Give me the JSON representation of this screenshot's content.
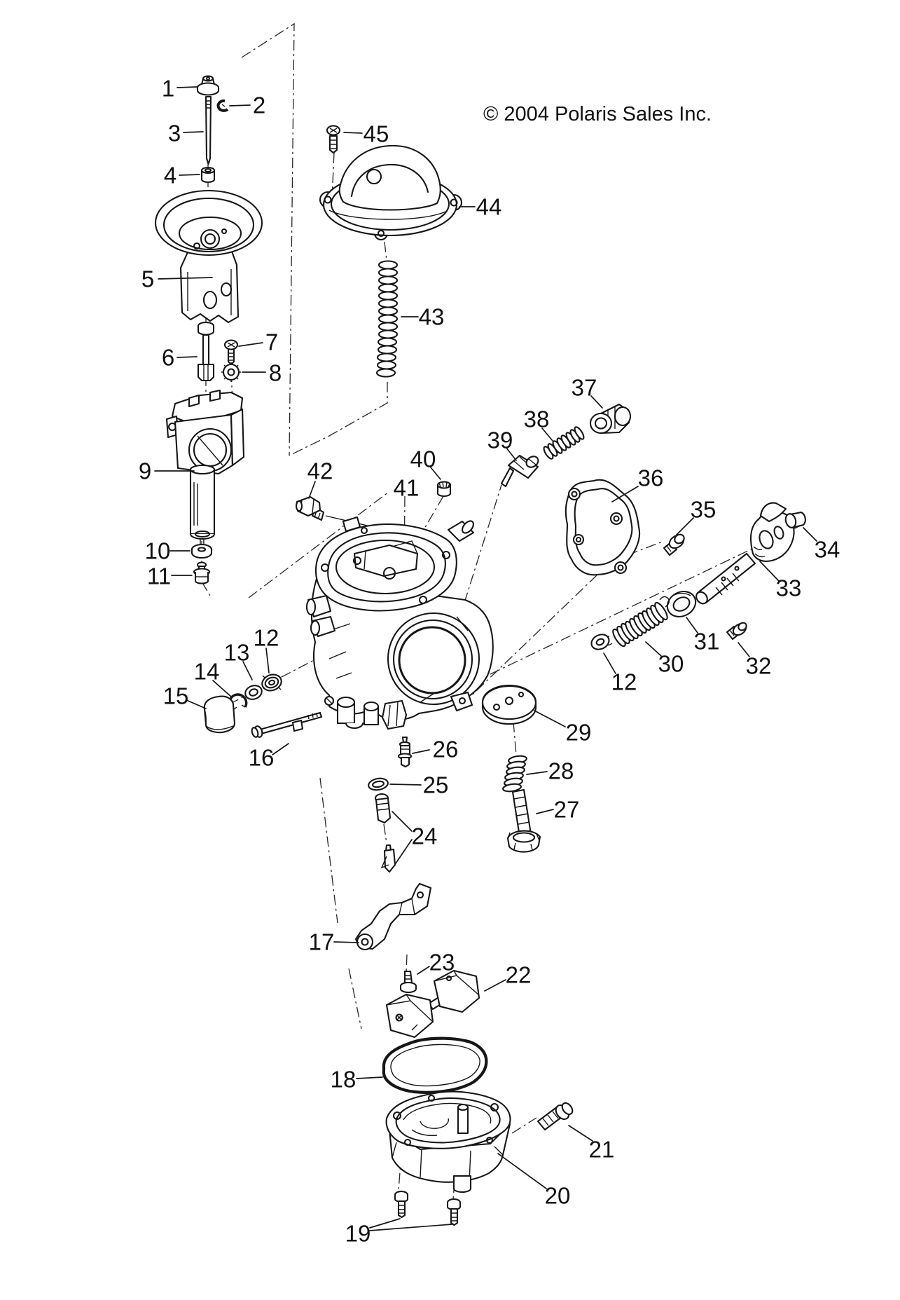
{
  "copyright": "© 2004 Polaris Sales Inc.",
  "callouts": {
    "c01": "1",
    "c02": "2",
    "c03": "3",
    "c04": "4",
    "c05": "5",
    "c06": "6",
    "c07": "7",
    "c08": "8",
    "c09": "9",
    "c10": "10",
    "c11": "11",
    "c12": "12",
    "c12b": "12",
    "c13": "13",
    "c14": "14",
    "c15": "15",
    "c16": "16",
    "c17": "17",
    "c18": "18",
    "c19": "19",
    "c20": "20",
    "c21": "21",
    "c22": "22",
    "c23": "23",
    "c24": "24",
    "c25": "25",
    "c26": "26",
    "c27": "27",
    "c28": "28",
    "c29": "29",
    "c30": "30",
    "c31": "31",
    "c32": "32",
    "c33": "33",
    "c34": "34",
    "c35": "35",
    "c36": "36",
    "c37": "37",
    "c38": "38",
    "c39": "39",
    "c40": "40",
    "c41": "41",
    "c42": "42",
    "c43": "43",
    "c44": "44",
    "c45": "45"
  },
  "colors": {
    "ink": "#161616",
    "background": "#ffffff"
  }
}
